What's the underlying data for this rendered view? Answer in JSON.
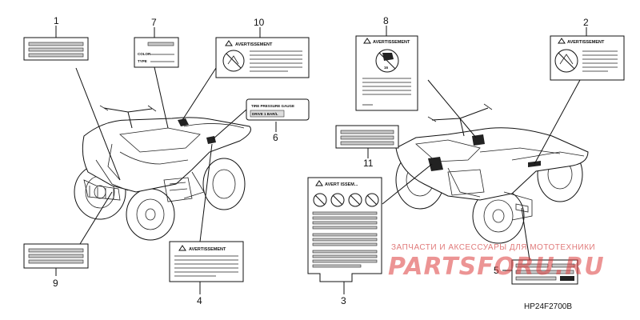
{
  "diagram": {
    "callouts": {
      "c1": "1",
      "c2": "2",
      "c3": "3",
      "c4": "4",
      "c5": "5",
      "c6": "6",
      "c7": "7",
      "c8": "8",
      "c9": "9",
      "c10": "10",
      "c11": "11"
    },
    "labels": {
      "color_label": "COLOR",
      "type_label": "TYPE",
      "tire_line1": "TIRE PRESSURE GAUGE",
      "tire_line2": "DRIVE 1 BAR/L",
      "warning_text": "AVERTISSEMENT",
      "warning_text_small": "AVERTISSEMENT",
      "warning_text_3": "AVERT ISSEM..."
    },
    "part_code": "HP24F2700B"
  },
  "watermark": {
    "tagline": "ЗАПЧАСТИ И АКСЕССУАРЫ ДЛЯ МОТОТЕХНИКИ",
    "logo": "PARTSFORU.RU"
  }
}
